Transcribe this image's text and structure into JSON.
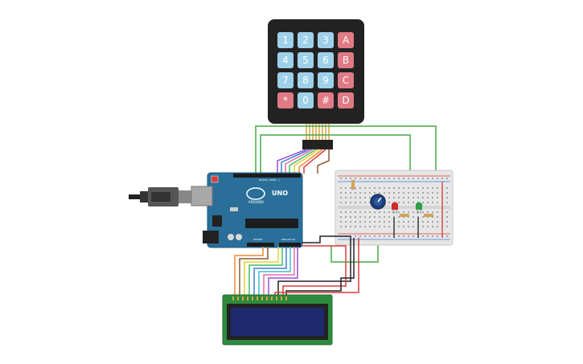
{
  "keypad": {
    "keys": [
      {
        "label": "1",
        "kind": "num"
      },
      {
        "label": "2",
        "kind": "num"
      },
      {
        "label": "3",
        "kind": "num"
      },
      {
        "label": "A",
        "kind": "fn"
      },
      {
        "label": "4",
        "kind": "num"
      },
      {
        "label": "5",
        "kind": "num"
      },
      {
        "label": "6",
        "kind": "num"
      },
      {
        "label": "B",
        "kind": "fn"
      },
      {
        "label": "7",
        "kind": "num"
      },
      {
        "label": "8",
        "kind": "num"
      },
      {
        "label": "9",
        "kind": "num"
      },
      {
        "label": "C",
        "kind": "fn"
      },
      {
        "label": "*",
        "kind": "fn"
      },
      {
        "label": "0",
        "kind": "num"
      },
      {
        "label": "#",
        "kind": "fn"
      },
      {
        "label": "D",
        "kind": "fn"
      }
    ]
  },
  "arduino": {
    "brand": "ARDUINO",
    "model": "UNO",
    "digital_label": "DIGITAL (PWM ~)",
    "power_label": "POWER",
    "analog_label": "ANALOG IN"
  },
  "colors": {
    "board": "#2a6f99",
    "breadboard": "#e6e6e6",
    "lcd_frame": "#2e8b3e",
    "lcd_screen": "#1e2a6e",
    "keypad_body": "#222222",
    "key_number": "#9fd0ea",
    "key_function": "#e07a85"
  }
}
